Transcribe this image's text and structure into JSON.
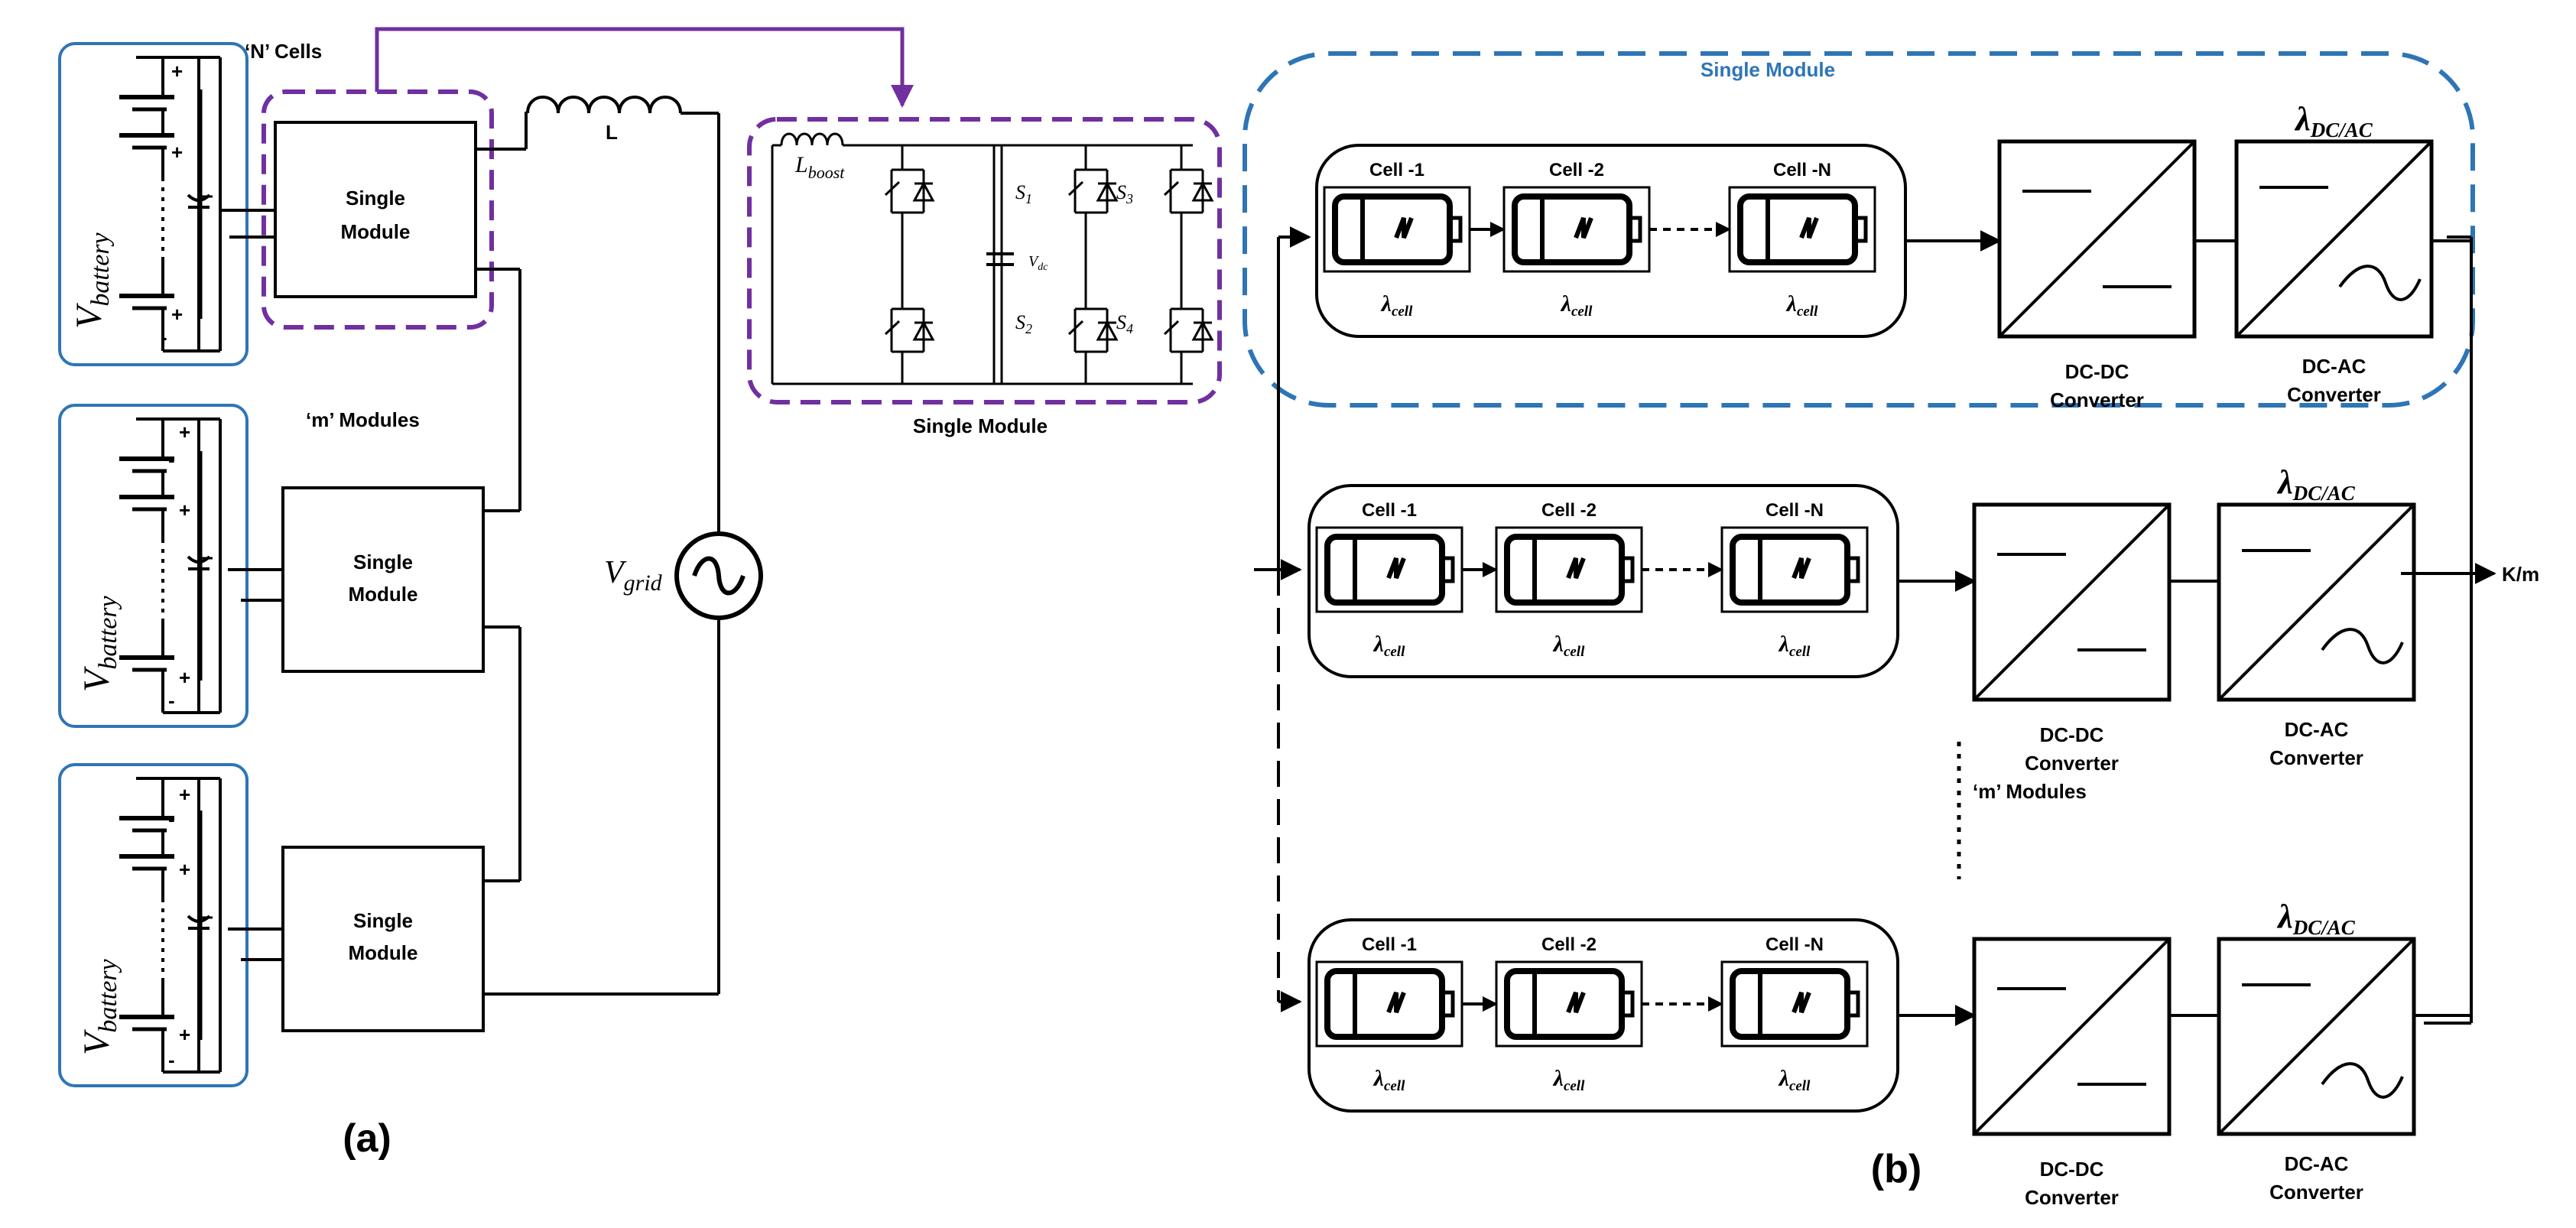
{
  "colors": {
    "battery_box": "#2e75b6",
    "module_highlight": "#7030a0",
    "wire": "#000000"
  },
  "labels": {
    "n_cells": "‘N’ Cells",
    "m_modules": "‘m’ Modules",
    "single_module": "Single Module",
    "single": "Single",
    "module": "Module",
    "v_battery_main": "V",
    "v_battery_sub": "battery",
    "v_grid_main": "V",
    "v_grid_sub": "grid",
    "inductor_l": "L",
    "l_boost_main": "L",
    "l_boost_sub": "boost",
    "v_dc_main": "V",
    "v_dc_sub": "dc",
    "s1_main": "S",
    "s1_sub": "1",
    "s2_main": "S",
    "s2_sub": "2",
    "s3_main": "S",
    "s3_sub": "3",
    "s4_main": "S",
    "s4_sub": "4",
    "panel_a": "(a)",
    "panel_b": "(b)",
    "cell_1": "Cell -1",
    "cell_2": "Cell -2",
    "cell_n": "Cell -N",
    "lambda_cell_main": "λ",
    "lambda_cell_sub": "cell",
    "lambda_dcac_main": "λ",
    "lambda_dcac_sub": "DC/AC",
    "dcdc_line1": "DC-DC",
    "dcac_line1": "DC-AC",
    "converter": "Converter",
    "km": "K/m",
    "plus": "+",
    "minus": "-"
  }
}
